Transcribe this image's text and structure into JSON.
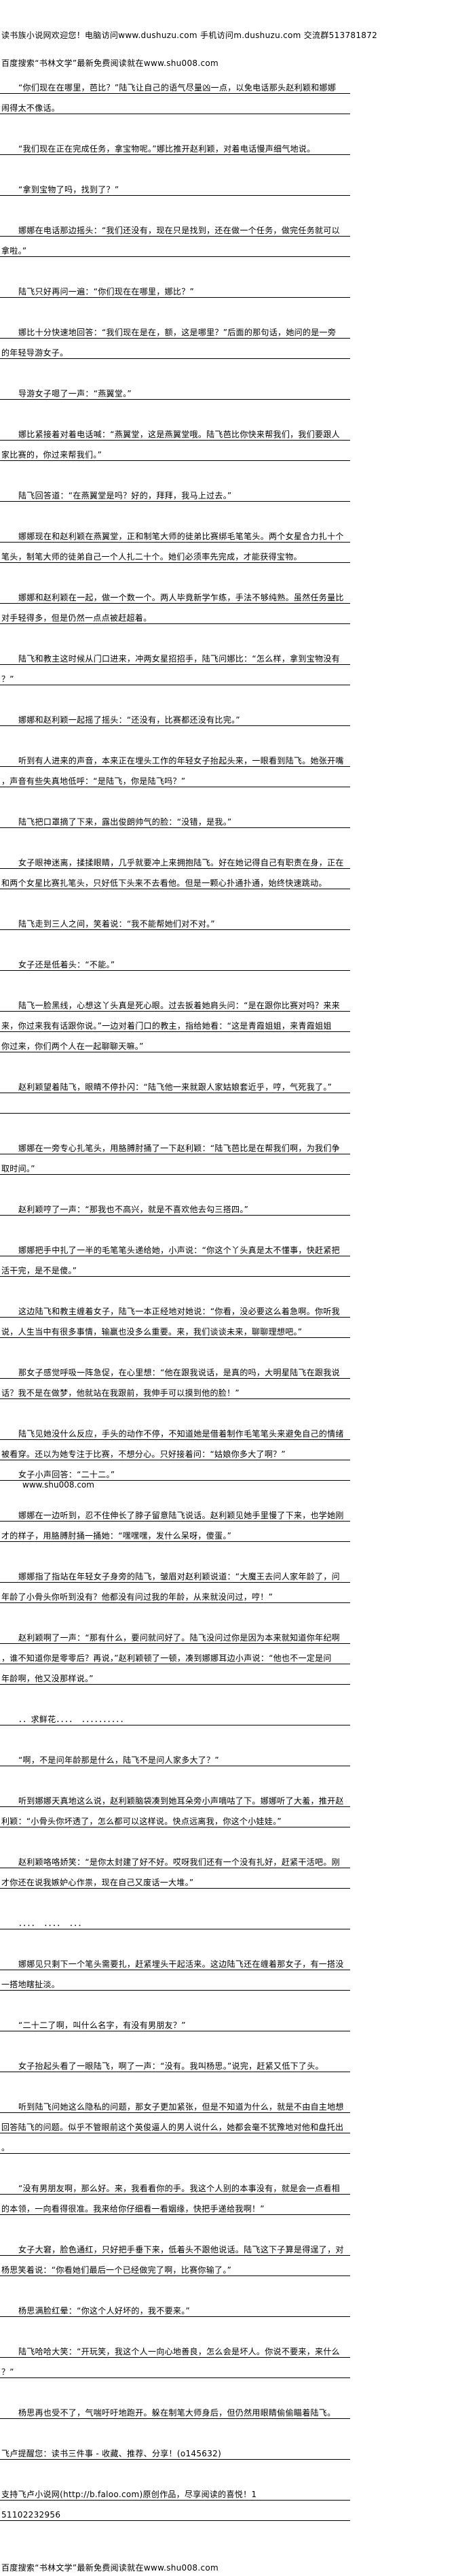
{
  "header": {
    "line1": "读书族小说网欢迎您！电脑访问www.dushuzu.com 手机访问m.dushuzu.com 交流群513781872",
    "line2": "百度搜索“书林文学”最新免费阅读就在www.shu008.com"
  },
  "paragraphs": [
    [
      "“你们现在在哪里，芭比？”陆飞让自己的语气尽量凶一点，以免电话那头赵利颖和娜娜",
      "闹得太不像话。"
    ],
    [
      "“我们现在正在完成任务，拿宝物呢。”娜比推开赵利颖，对着电话慢声细气地说。"
    ],
    [
      "“拿到宝物了吗，找到了？”"
    ],
    [
      "娜娜在电话那边摇头：“我们还没有，现在只是找到，还在做一个任务，做完任务就可以",
      "拿啦。”"
    ],
    [
      "陆飞只好再问一遍：“你们现在在哪里，娜比？”"
    ],
    [
      "娜比十分快速地回答：“我们现在是在，额，这是哪里？”后面的那句话，她问的是一旁",
      "的年轻导游女子。"
    ],
    [
      "导游女子嗯了一声：“燕翼堂。”"
    ],
    [
      "娜比紧接着对着电话喊：“燕翼堂，这是燕翼堂哦。陆飞芭比你快来帮我们，我们要跟人",
      "家比赛的，你过来帮我们。”"
    ],
    [
      "陆飞回答道：“在燕翼堂是吗？好的，拜拜，我马上过去。”"
    ],
    [
      "娜娜现在和赵利颖在燕翼堂，正和制笔大师的徒弟比赛绑毛笔笔头。两个女星合力扎十个",
      "笔头，制笔大师的徒弟自己一个人扎二十个。她们必须率先完成，才能获得宝物。"
    ],
    [
      "娜娜和赵利颖在一起，做一个数一个。两人毕竟新学乍练，手法不够纯熟。虽然任务量比",
      "对手轻得多，但是仍然一点点被赶超着。"
    ],
    [
      "陆飞和教主这时候从门口进来，冲两女星招招手，陆飞问娜比：“怎么样，拿到宝物没有",
      "？”"
    ],
    [
      "娜娜和赵利颖一起摇了摇头：“还没有，比赛都还没有比完。”"
    ],
    [
      "听到有人进来的声音，本来正在埋头工作的年轻女子抬起头来，一眼看到陆飞。她张开嘴",
      "，声音有些失真地低呼：“是陆飞，你是陆飞吗？”"
    ],
    [
      "陆飞把口罩摘了下来，露出俊朗帅气的脸：“没错，是我。”"
    ],
    [
      "女子眼神迷离，揉揉眼睛，几乎就要冲上来拥抱陆飞。好在她记得自己有职责在身，正在",
      "和两个女星比赛扎笔头，只好低下头来不去看他。但是一颗心扑通扑通，始终快速跳动。"
    ],
    [
      "陆飞走到三人之间，笑着说：“我不能帮她们对不对。”"
    ],
    [
      "女子还是低着头：“不能。”"
    ],
    [
      "陆飞一脸黑线，心想这丫头真是死心眼。过去扳着她肩头问：“是在跟你比赛对吗？来来",
      "来，你过来我有话跟你说。”一边对着门口的教主，指给她看：“这是青霞姐姐，来青霞姐姐",
      "你过来，你们两个人在一起聊聊天嘛。”"
    ],
    [
      "赵利颖望着陆飞，眼睛不停扑闪：“陆飞他一来就跟人家姑娘套近乎，哼，气死我了。”",
      ""
    ],
    [
      "娜娜在一旁专心扎笔头，用胳膊肘捅了一下赵利颖：“陆飞芭比是在帮我们啊，为我们争",
      "取时间。”"
    ],
    [
      "赵利颖哼了一声：“那我也不高兴，就是不喜欢他去勾三搭四。”"
    ],
    [
      "娜娜把手中扎了一半的毛笔笔头递给她，小声说：“你这个丫头真是太不懂事，快赶紧把",
      "活干完，是不是傻。”"
    ],
    [
      "这边陆飞和教主缠着女子，陆飞一本正经地对她说：“你看，没必要这么着急啊。你听我",
      "说，人生当中有很多事情，输赢也没多么重要。来，我们谈谈未来，聊聊理想吧。”"
    ],
    [
      "那女子感觉呼吸一阵急促，在心里想：“他在跟我说话，是真的吗，大明星陆飞在跟我说",
      "话？我不是在做梦，他就站在我跟前，我伸手可以摸到他的脸！”"
    ],
    [
      "陆飞见她没什么反应，手头的动作不停，不知道她是借着制作毛笔笔头来避免自己的情绪",
      "被看穿。还以为她专注于比赛，不想分心。只好接着问：“姑娘你多大了啊？”"
    ],
    [
      "女子小声回答：“二十二。”"
    ],
    [
      "娜娜在一边听到，忍不住伸长了脖子留意陆飞说话。赵利颖见她手里慢了下来，也学她刚",
      "才的样子，用胳膊肘捅一捅她：“嘿嘿嘿，发什么呆呀，傻蛋。”"
    ],
    [
      "娜娜指了指站在年轻女子身旁的陆飞，皱眉对赵利颖说道：“大魔王去问人家年龄了，问",
      "年龄了小骨头你听到没有？他都没有问过我的年龄，从来就没问过，哼！”"
    ],
    [
      "赵利颖啊了一声：“那有什么，要问就问好了。陆飞没问过你是因为本来就知道你年纪啊",
      "，谁不知道你是零零后？再说，”赵利颖顿了一顿，凑到娜娜耳边小声说：“他也不一定是问",
      "年龄啊，他又没那样说。”"
    ],
    [
      "．．求鲜花．．．．　．．．．．．．．．．"
    ],
    [
      "“啊，不是问年龄那是什么，陆飞不是问人家多大了？”"
    ],
    [
      "听到娜娜天真地这么说，赵利颖脑袋凑到她耳朵旁小声嘀咕了下。娜娜听了大羞，推开赵",
      "利颖：“小骨头你坏透了，怎么都可以这样说。快点远离我，你这个小娃娃。”"
    ],
    [
      "赵利颖咯咯娇笑：“是你太封建了好不好。哎呀我们还有一个没有扎好，赶紧干活吧。刚",
      "才你还在说我嫉妒心作祟，现在自己又废话一大堆。”"
    ],
    [
      "．．．．　．．．．　．．．"
    ],
    [
      "娜娜见只剩下一个笔头需要扎，赶紧埋头干起活来。这边陆飞还在缠着那女子，有一搭没",
      "一搭地瞎扯淡。"
    ],
    [
      "“二十二了啊，叫什么名字，有没有男朋友？”"
    ],
    [
      "女子抬起头看了一眼陆飞，啊了一声：“没有。我叫杨思。”说完，赶紧又低下了头。"
    ],
    [
      "听到陆飞问她这么隐私的问题，那女子更加紧张，但是不知道为什么，就是不由自主地想",
      "回答陆飞的问题。似乎不管眼前这个英俊逼人的男人说什么，她都会毫不犹豫地对他和盘托出",
      "。"
    ],
    [
      "“没有男朋友啊，那么好。来，我看看你的手。我这个人别的本事没有，就是会一点看相",
      "的本领，一向看得很准。我来给你仔细看一看姻缘，快把手递给我啊！”"
    ],
    [
      "女子大窘，脸色通红，只好把手垂下来，低着头不跟他说话。陆飞这下子算是得逞了，对",
      "杨思笑着说：“你看她们最后一个已经做完了啊，比赛你输了。”"
    ],
    [
      "杨思满脸红晕：“你这个人好坏的，我不要来。”"
    ],
    [
      "陆飞哈哈大笑：“开玩笑，我这个人一向心地善良，怎么会是坏人。你说不要来，来什么",
      "？”"
    ],
    [
      "杨思再也受不了，气喘吁吁地跑开。躲在制笔大师身后，但仍然用眼睛偷偷瞄着陆飞。"
    ]
  ],
  "watermark": {
    "after_paragraph": 25,
    "text": "www.shu008.com"
  },
  "footer": [
    [
      "飞卢提醒您：读书三件事 - 收藏、推荐、分享！(o145632)"
    ],
    [
      "支持飞卢小说网(http://b.faloo.com)原创作品，尽享阅读的喜悦！1",
      "51102232956"
    ]
  ],
  "final_line": "百度搜索“书林文学”最新免费阅读就在www.shu008.com"
}
